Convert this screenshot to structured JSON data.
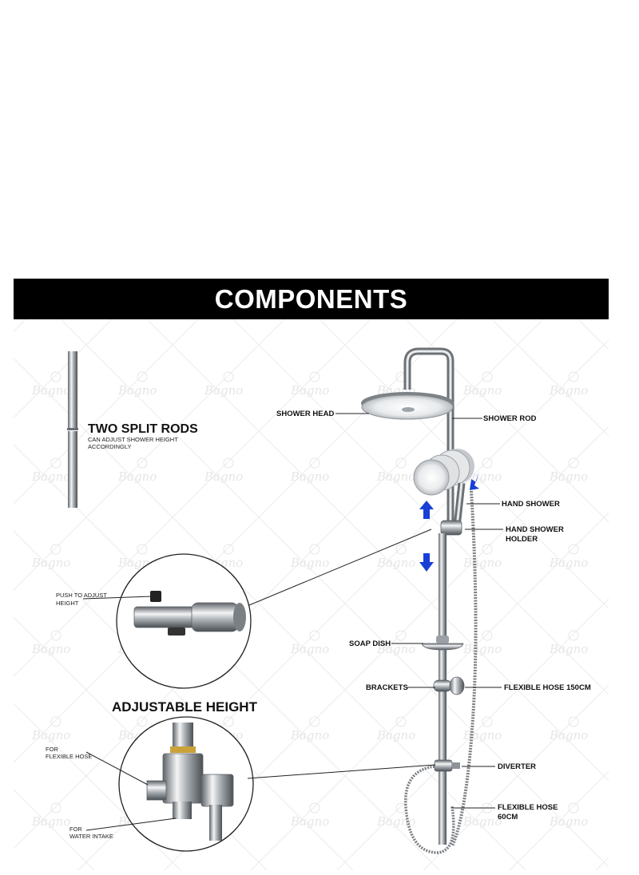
{
  "banner": {
    "title": "COMPONENTS"
  },
  "watermark": {
    "text": "Bagno"
  },
  "callouts": {
    "shower_head": "SHOWER HEAD",
    "shower_rod": "SHOWER ROD",
    "hand_shower": "HAND SHOWER",
    "hand_shower_holder_line1": "HAND SHOWER",
    "hand_shower_holder_line2": "HOLDER",
    "soap_dish": "SOAP DISH",
    "brackets": "BRACKETS",
    "flexible_hose_150": "FLEXIBLE HOSE 150CM",
    "diverter": "DIVERTER",
    "flexible_hose_60_line1": "FLEXIBLE HOSE",
    "flexible_hose_60_line2": "60CM"
  },
  "two_split_rods": {
    "title": "TWO SPLIT RODS",
    "desc_line1": "CAN ADJUST SHOWER HEIGHT",
    "desc_line2": "ACCORDINGLY"
  },
  "adjustable_height": {
    "title": "ADJUSTABLE HEIGHT",
    "push_line1": "PUSH TO ADJUST",
    "push_line2": "HEIGHT"
  },
  "diverter_detail": {
    "for_hose_line1": "FOR",
    "for_hose_line2": "FLEXIBLE HOSE",
    "for_water_line1": "FOR",
    "for_water_line2": "WATER INTAKE"
  },
  "colors": {
    "banner_bg": "#000000",
    "banner_text": "#ffffff",
    "arrow": "#1a3fd6",
    "chrome": "#9aa0a6"
  }
}
